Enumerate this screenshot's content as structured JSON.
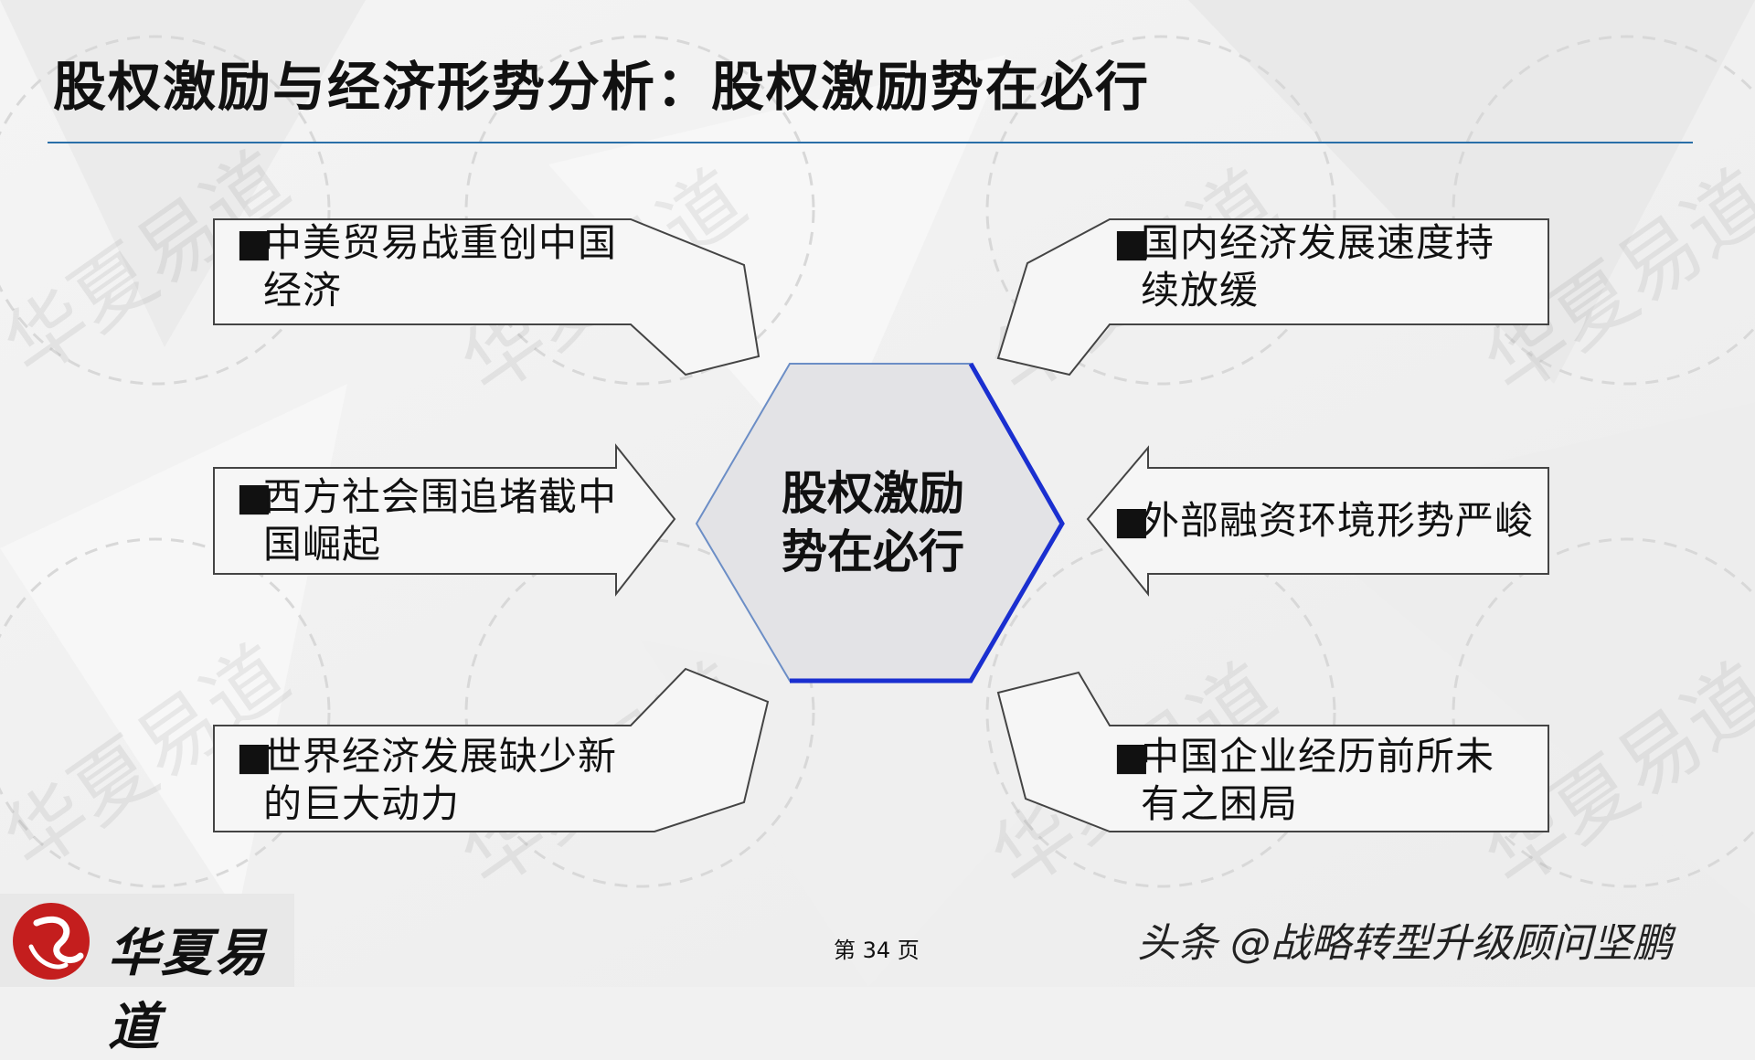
{
  "slide": {
    "title": "股权激励与经济形势分析：股权激励势在必行",
    "center_label_line1": "股权激励",
    "center_label_line2": "势在必行",
    "page_number": "第 34 页",
    "credit": "头条 @战略转型升级顾问坚鹏",
    "logo_text": "华夏易道",
    "watermark_text": "华夏易道"
  },
  "factors": [
    {
      "bullet": "■",
      "line1": "中美贸易战重创中国",
      "line2": "经济"
    },
    {
      "bullet": "■",
      "line1": "西方社会围追堵截中",
      "line2": "国崛起"
    },
    {
      "bullet": "■",
      "line1": "世界经济发展缺少新",
      "line2": "的巨大动力"
    },
    {
      "bullet": "■",
      "line1": "国内经济发展速度持",
      "line2": "续放缓"
    },
    {
      "bullet": "■",
      "line1": "外部融资环境形势严峻",
      "line2": ""
    },
    {
      "bullet": "■",
      "line1": "中国企业经历前所未",
      "line2": "有之困局"
    }
  ],
  "colors": {
    "rule": "#2a6fa8",
    "hexagon_fill": "#e3e3e6",
    "hexagon_accent": "#1a2fd0",
    "box_stroke": "#444444"
  }
}
